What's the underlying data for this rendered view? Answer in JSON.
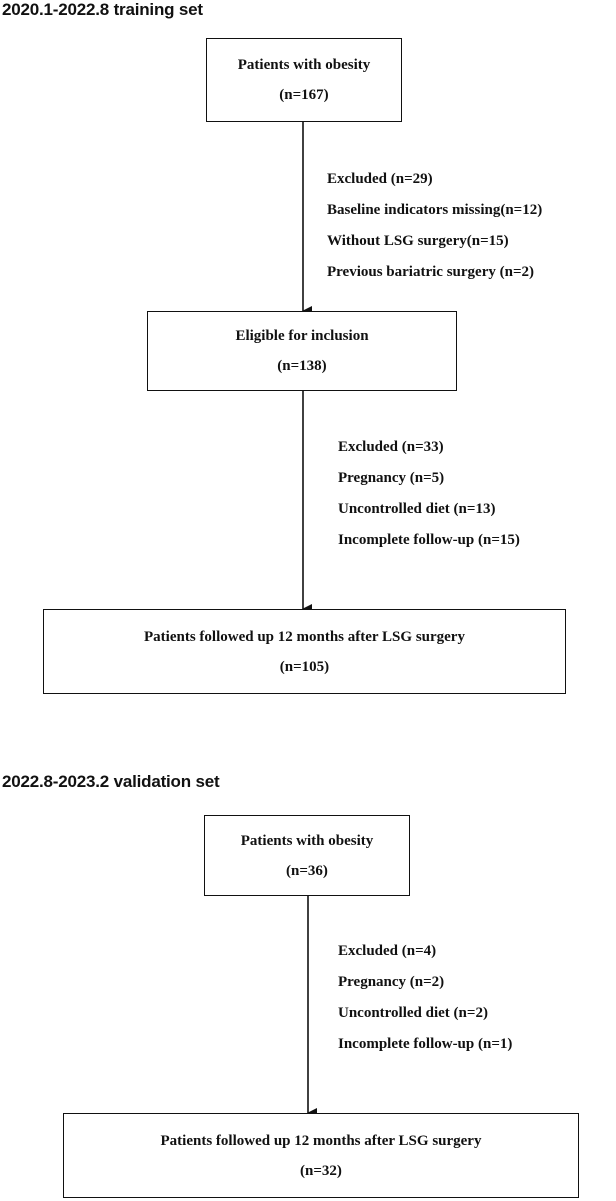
{
  "training": {
    "title": "2020.1-2022.8 training set",
    "box1": {
      "line1": "Patients with obesity",
      "line2": "(n=167)"
    },
    "excluded1": [
      "Excluded (n=29)",
      "Baseline indicators missing(n=12)",
      "Without LSG surgery(n=15)",
      "Previous bariatric surgery (n=2)"
    ],
    "box2": {
      "line1": "Eligible for inclusion",
      "line2": "(n=138)"
    },
    "excluded2": [
      "Excluded (n=33)",
      "Pregnancy (n=5)",
      "Uncontrolled diet (n=13)",
      "Incomplete follow-up (n=15)"
    ],
    "box3": {
      "line1": "Patients followed up 12 months after LSG surgery",
      "line2": "(n=105)"
    }
  },
  "validation": {
    "title": "2022.8-2023.2 validation set",
    "box1": {
      "line1": "Patients with obesity",
      "line2": "(n=36)"
    },
    "excluded1": [
      "Excluded (n=4)",
      "Pregnancy (n=2)",
      "Uncontrolled diet (n=2)",
      "Incomplete follow-up (n=1)"
    ],
    "box2": {
      "line1": "Patients followed up 12 months after LSG surgery",
      "line2": "(n=32)"
    }
  }
}
